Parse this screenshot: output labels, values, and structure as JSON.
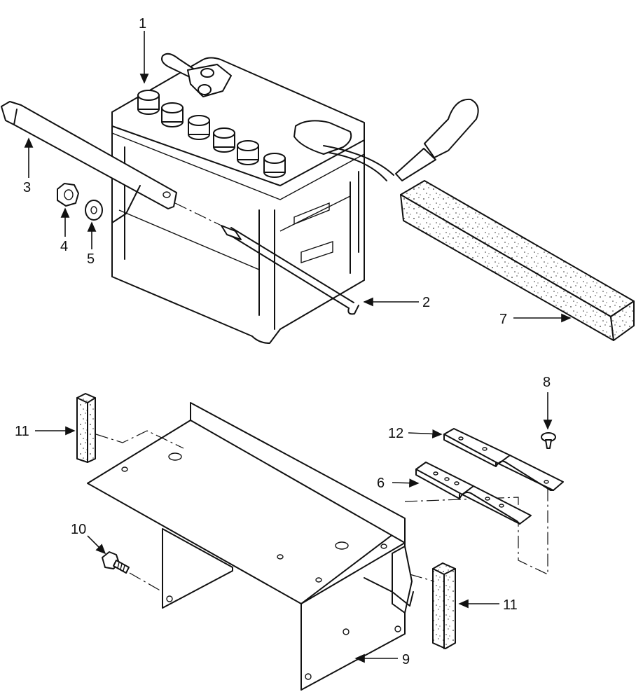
{
  "diagram": {
    "callouts": [
      {
        "id": "callout-1",
        "text": "1"
      },
      {
        "id": "callout-2",
        "text": "2"
      },
      {
        "id": "callout-3",
        "text": "3"
      },
      {
        "id": "callout-4",
        "text": "4"
      },
      {
        "id": "callout-5",
        "text": "5"
      },
      {
        "id": "callout-6",
        "text": "6"
      },
      {
        "id": "callout-7",
        "text": "7"
      },
      {
        "id": "callout-8",
        "text": "8"
      },
      {
        "id": "callout-9",
        "text": "9"
      },
      {
        "id": "callout-10",
        "text": "10"
      },
      {
        "id": "callout-11a",
        "text": "11"
      },
      {
        "id": "callout-11b",
        "text": "11"
      },
      {
        "id": "callout-12",
        "text": "12"
      }
    ]
  }
}
